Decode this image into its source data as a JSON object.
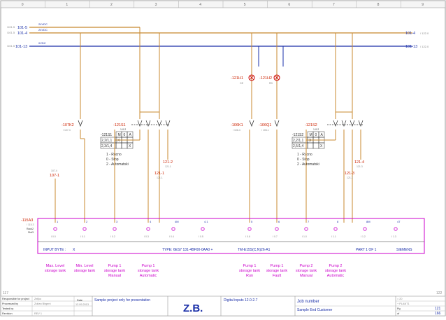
{
  "ruler": [
    "0",
    "1",
    "2",
    "3",
    "4",
    "5",
    "6",
    "7",
    "8",
    "9"
  ],
  "buses": {
    "top_left": [
      {
        "ref": "/101.5",
        "label": "101-5",
        "voltage": "24VDC"
      },
      {
        "ref": "/101.5",
        "label": "101-4",
        "voltage": "24VDC"
      },
      {
        "ref": "/101.5",
        "label": "101-13",
        "voltage": "0VDC"
      }
    ],
    "right": [
      {
        "label": "101-4",
        "ref": "/ 122.0"
      },
      {
        "label": "101-13",
        "ref": "/ 122.0"
      }
    ]
  },
  "relays": [
    {
      "tag": "-107K2",
      "ref": "/ 107.4"
    },
    {
      "tag": "-106K1",
      "ref": "/ 106.4"
    },
    {
      "tag": "-106Q1",
      "ref": "/ 106.1"
    }
  ],
  "switches": [
    {
      "tag": "-121S1",
      "ref": "1-0-2"
    },
    {
      "tag": "-121S2",
      "ref": "1-0-2"
    }
  ],
  "switch_tables": [
    {
      "title": "-121S1",
      "cols": [
        "M",
        "0",
        "A"
      ],
      "rows": [
        {
          "label": "2,2/1,1",
          "marks": [
            "X",
            "",
            ""
          ]
        },
        {
          "label": "2,3/1,4",
          "marks": [
            "",
            "",
            "X"
          ]
        }
      ]
    },
    {
      "title": "-121S2",
      "cols": [
        "M",
        "0",
        "A"
      ],
      "rows": [
        {
          "label": "2,2/1,1",
          "marks": [
            "X",
            "",
            ""
          ]
        },
        {
          "label": "2,5/1,4",
          "marks": [
            "",
            "",
            "X"
          ]
        }
      ]
    }
  ],
  "switch_notes": [
    [
      "1 - Rucno",
      "0 - Stop",
      "2 - Automatski"
    ],
    [
      "1 - Rucno",
      "0 - Stop",
      "2 - Automatski"
    ]
  ],
  "lamps": [
    {
      "tag": "-121H1"
    },
    {
      "tag": "-121H2"
    }
  ],
  "lamp_colors": [
    "GE",
    "RD"
  ],
  "links": [
    {
      "label": "121-2",
      "ref": "121.1"
    },
    {
      "label": "121-1",
      "ref": "121.1"
    },
    {
      "label": "107-1",
      "ref": "107.4"
    },
    {
      "label": "121-4",
      "ref": "121.3"
    },
    {
      "label": "121-3",
      "ref": "121.3"
    }
  ],
  "plc": {
    "tag": "-115A3",
    "sub": "/ 115.3",
    "rack": "Rack2",
    "slot": "Slot3",
    "pins": [
      "1",
      "2",
      "3",
      "4",
      "4M",
      "4.1",
      "5",
      "6",
      "7",
      "8",
      "8M",
      "47"
    ],
    "addr_in": [
      "I1",
      "I2",
      "I3",
      "I4",
      "",
      "I5",
      "I6",
      "I7",
      "I8",
      "",
      "I9"
    ],
    "channels": [
      "I 0.0",
      "I 0.1",
      "I 0.2",
      "I 0.3",
      "I 0.4",
      "I 0.5",
      "I 0.6",
      "I 0.7",
      "I 1.0",
      "I 1.1",
      "I 1.2",
      "I 1.3"
    ],
    "info": {
      "input_byte": "INPUT BYTE :",
      "x": "X",
      "type": "TYPE: 6ES7 131-4BF00-0AA0 +",
      "module": "TM-E15S(C,N)26-A1",
      "part": "PART 1 OF 1",
      "brand": "SIEMENS"
    }
  },
  "descriptions": [
    "Max. Level\nstorage tank",
    "Min. Level\nstorage tank",
    "Pump 1\nstorage tank\nManual",
    "Pump 1\nstorage tank\nAutomatic",
    "Pump 1\nstorage tank\nRun",
    "Pump 1\nstorage tank\nFault",
    "Pump 2\nstorage tank\nManual",
    "Pump 2\nstorage tank\nAutomatic"
  ],
  "page": {
    "prev": "117",
    "next": "122"
  },
  "titleblock": {
    "responsible_label": "Responsible for project",
    "responsible": "Zeljko",
    "processed_label": "Processed by",
    "processed": "Zoltan Birgeni",
    "date_label": "Date",
    "date": "12.09.2013",
    "test_label": "Tested by",
    "review_label": "Revision",
    "review": "REV 1",
    "project": "Sample project only for presentation",
    "logo": "Z.B.",
    "sheet_title": "Digital inputs 12.0-2.7",
    "job": "Job number",
    "customer": "Sample End Customer",
    "eq": "= 20",
    "loc": "+ PLANT1",
    "page_label": "Pg",
    "page": "121",
    "pages_label": "of",
    "pages": "166"
  },
  "colors": {
    "frame": "#333333",
    "brown": "#c8892f",
    "blue": "#1a2fa8",
    "magenta": "#cc00cc",
    "red": "#cc2200",
    "grey": "#888888"
  }
}
